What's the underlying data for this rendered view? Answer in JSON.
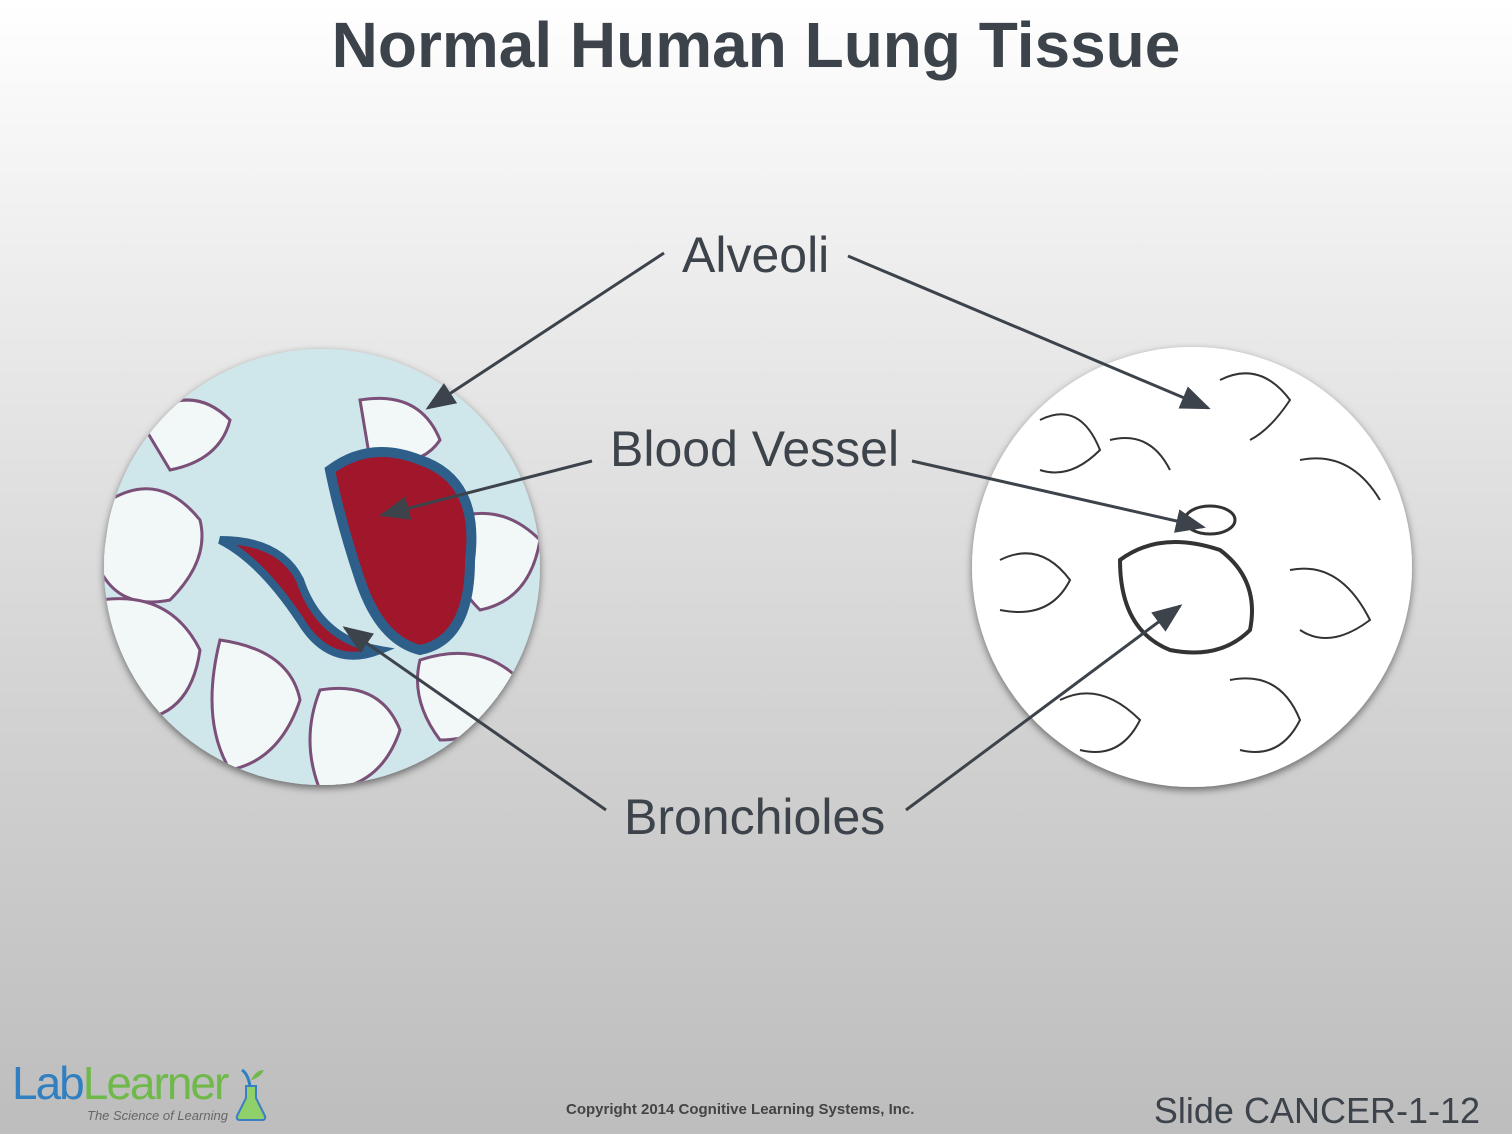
{
  "title": "Normal Human Lung Tissue",
  "labels": {
    "alveoli": "Alveoli",
    "blood_vessel": "Blood Vessel",
    "bronchioles": "Bronchioles"
  },
  "footer": {
    "copyright": "Copyright 2014 Cognitive Learning Systems, Inc.",
    "slide_id": "Slide CANCER-1-12"
  },
  "logo": {
    "part1": "Lab",
    "part2": "Learner",
    "tagline": "The Science of Learning"
  },
  "colors": {
    "title": "#3d434b",
    "logo_blue": "#2f7fc1",
    "logo_green": "#6fb84a",
    "tissue_stain": "#b01a2e",
    "tissue_blue": "#2e5f8a"
  }
}
